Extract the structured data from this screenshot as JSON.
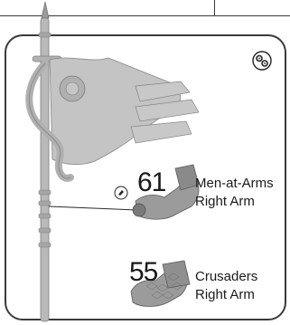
{
  "parts": [
    {
      "number": "61",
      "name_line1": "Men-at-Arms",
      "name_line2": "Right Arm"
    },
    {
      "number": "55",
      "name_line1": "Crusaders",
      "name_line2": "Right Arm"
    }
  ],
  "icons": {
    "assembly_badge": "gears-icon",
    "attach_marker": "glue-icon"
  },
  "colors": {
    "plastic": "#b9b9b9",
    "plastic_dark": "#8f8f8f",
    "line": "#3a3a3a"
  }
}
